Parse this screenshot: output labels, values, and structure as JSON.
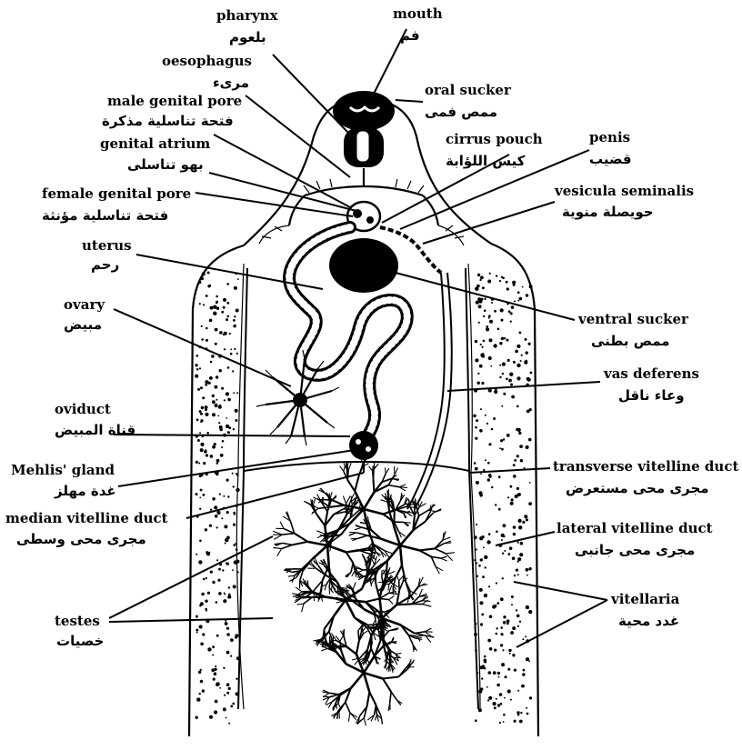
{
  "labels": [
    {
      "key": "mouth",
      "en": "mouth",
      "ar": "فم"
    },
    {
      "key": "pharynx",
      "en": "pharynx",
      "ar": "بلعوم"
    },
    {
      "key": "oesophagus",
      "en": "oesophagus",
      "ar": "مرىء"
    },
    {
      "key": "male_genital_pore",
      "en": "male genital pore",
      "ar": "فتحة تناسلية مذكرة"
    },
    {
      "key": "genital_atrium",
      "en": "genital atrium",
      "ar": "بهو تناسلى"
    },
    {
      "key": "female_genital_pore",
      "en": "female genital pore",
      "ar": "فتحة تناسلية مؤنثة"
    },
    {
      "key": "uterus",
      "en": "uterus",
      "ar": "رحم"
    },
    {
      "key": "ovary",
      "en": "ovary",
      "ar": "مبيض"
    },
    {
      "key": "oviduct",
      "en": "oviduct",
      "ar": "قناة المبيض"
    },
    {
      "key": "mehlis_gland",
      "en": "Mehlis' gland",
      "ar": "غدة مهلز"
    },
    {
      "key": "median_vitelline_duct",
      "en": "median vitelline duct",
      "ar": "مجرى محى وسطى"
    },
    {
      "key": "testes",
      "en": "testes",
      "ar": "خصيات"
    },
    {
      "key": "oral_sucker",
      "en": "oral sucker",
      "ar": "ممص فمى"
    },
    {
      "key": "cirrus_pouch",
      "en": "cirrus pouch",
      "ar": "كيس اللؤابة"
    },
    {
      "key": "penis",
      "en": "penis",
      "ar": "قضيب"
    },
    {
      "key": "vesicula_seminalis",
      "en": "vesicula seminalis",
      "ar": "حويصلة منوية"
    },
    {
      "key": "ventral_sucker",
      "en": "ventral sucker",
      "ar": "ممص بطنى"
    },
    {
      "key": "vas_deferens",
      "en": "vas deferens",
      "ar": "وعاء ناقل"
    },
    {
      "key": "transverse_vitelline_duct",
      "en": "transverse vitelline duct",
      "ar": "مجرى محى مستعرض"
    },
    {
      "key": "lateral_vitelline_duct",
      "en": "lateral vitelline duct",
      "ar": "مجرى محى جانبى"
    },
    {
      "key": "vitellaria",
      "en": "vitellaria",
      "ar": "غدد محية"
    }
  ]
}
